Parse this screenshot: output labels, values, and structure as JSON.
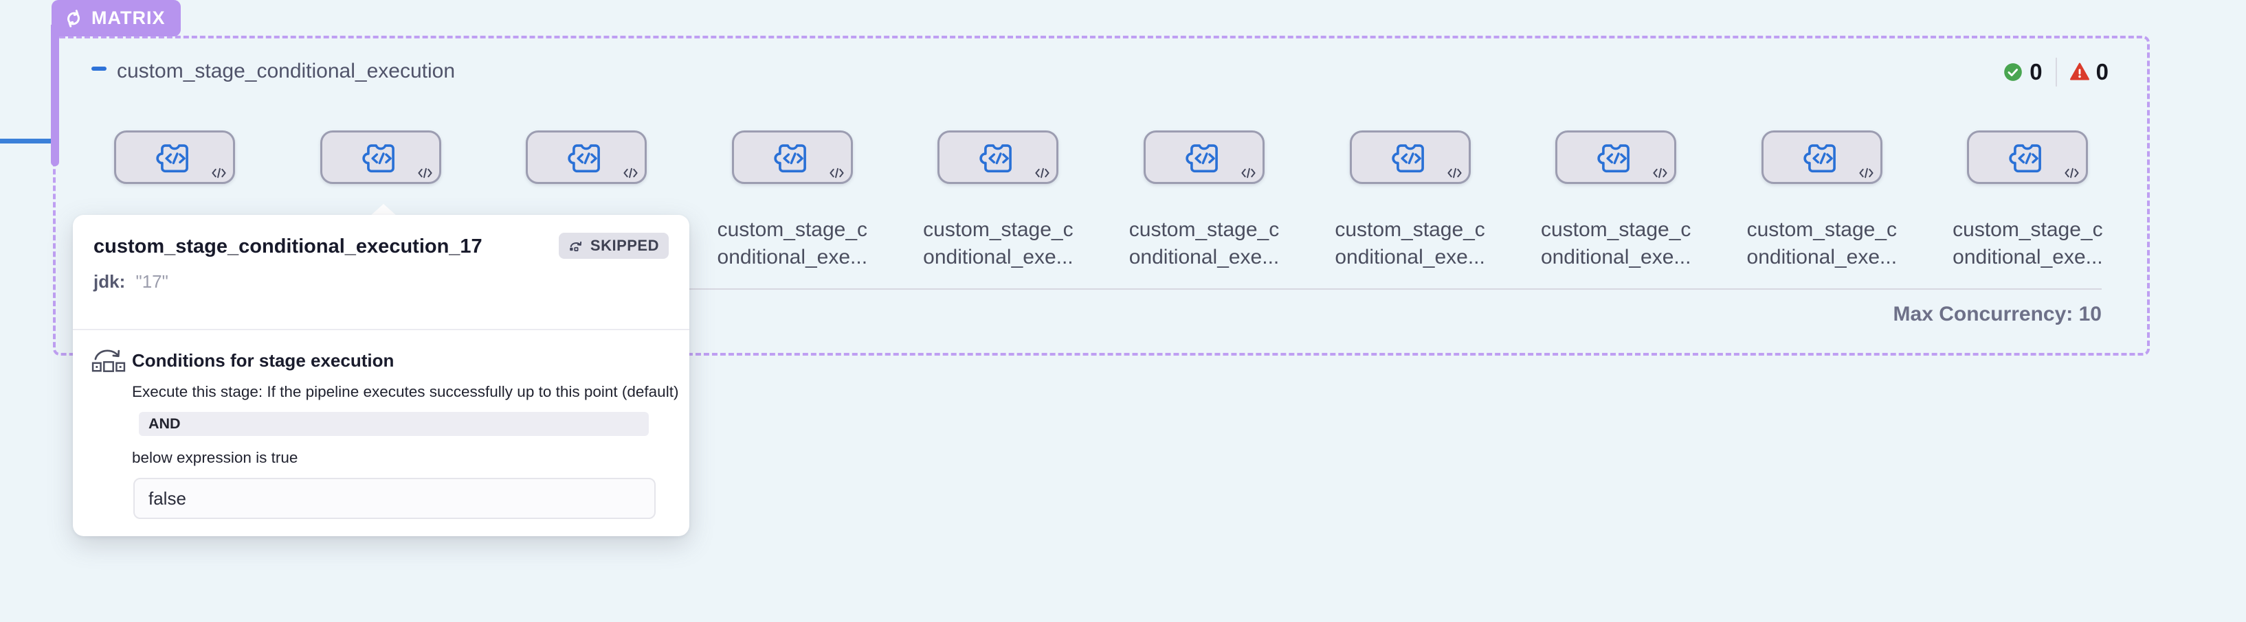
{
  "matrix": {
    "badge": "MATRIX",
    "title": "custom_stage_conditional_execution",
    "success_count": "0",
    "error_count": "0",
    "node_count": 10,
    "node_label_line1": "custom_stage_c",
    "node_label_line2": "onditional_exe...",
    "max_concurrency": "Max Concurrency: 10"
  },
  "tooltip": {
    "title": "custom_stage_conditional_execution_17",
    "status_badge": "SKIPPED",
    "param_key": "jdk:",
    "param_value": "\"17\"",
    "conditions_title": "Conditions for stage execution",
    "conditions_description": "Execute this stage: If the pipeline executes successfully up to this point (default)",
    "operator": "AND",
    "expression_hint": "below expression is true",
    "expression_value": "false"
  },
  "colors": {
    "matrix_purple": "#b794ee",
    "dashed_border": "#bf9ff2",
    "node_fill": "#e3e2ea",
    "node_border": "#9c9db1",
    "icon_blue": "#2970d6",
    "connector_blue": "#3b80d9",
    "success_green": "#49a550",
    "error_red": "#da3b2b"
  }
}
